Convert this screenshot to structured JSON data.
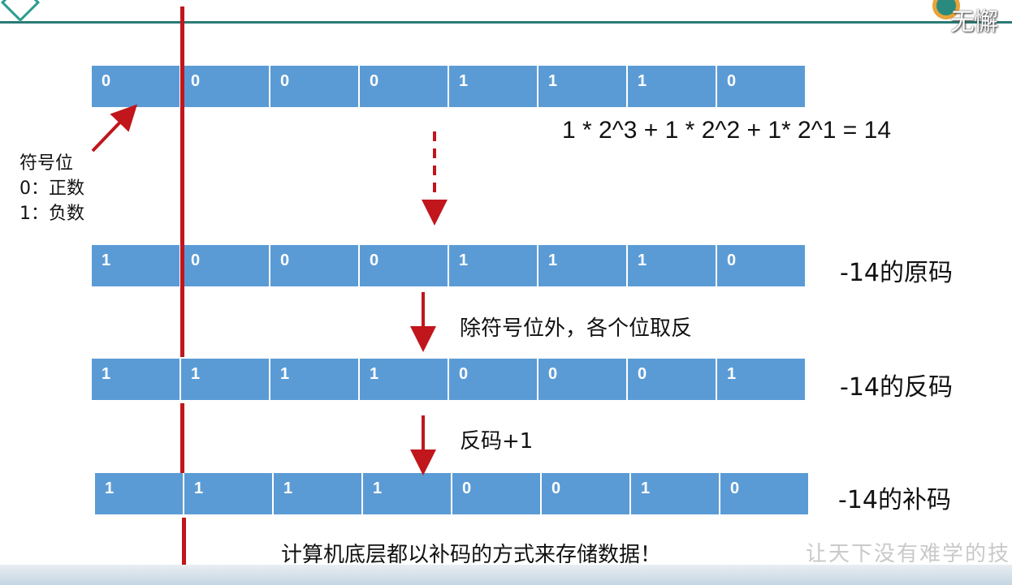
{
  "watermark_top": "无懈",
  "sign_bit_note": "符号位\n0：正数\n1：负数",
  "formula": "1 * 2^3 + 1 * 2^2 + 1* 2^1 = 14",
  "rows": [
    {
      "bits": [
        "0",
        "0",
        "0",
        "0",
        "1",
        "1",
        "1",
        "0"
      ],
      "label": ""
    },
    {
      "bits": [
        "1",
        "0",
        "0",
        "0",
        "1",
        "1",
        "1",
        "0"
      ],
      "label": "-14的原码"
    },
    {
      "bits": [
        "1",
        "1",
        "1",
        "1",
        "0",
        "0",
        "0",
        "1"
      ],
      "label": "-14的反码"
    },
    {
      "bits": [
        "1",
        "1",
        "1",
        "1",
        "0",
        "0",
        "1",
        "0"
      ],
      "label": "-14的补码"
    }
  ],
  "step1_note": "除符号位外，各个位取反",
  "step2_note": "反码+1",
  "conclusion": "计算机底层都以补码的方式来存储数据！",
  "watermark_bottom": "让天下没有难学的技",
  "colors": {
    "cell_fill": "#5b9bd5",
    "accent_line": "#c0161c",
    "header_line": "#2a7a74"
  }
}
